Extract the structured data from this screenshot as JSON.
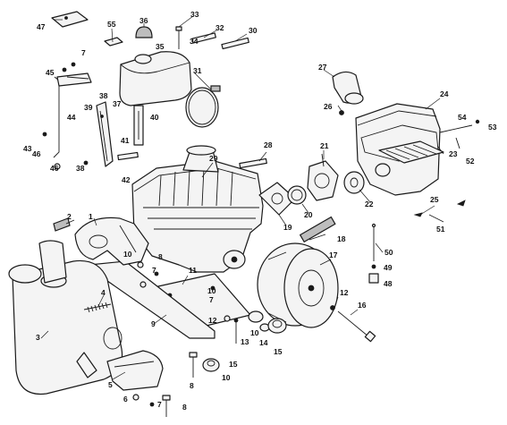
{
  "callouts": {
    "c1": "1",
    "c2": "2",
    "c3": "3",
    "c4": "4",
    "c5": "5",
    "c6": "6",
    "c7a": "7",
    "c7b": "7",
    "c7c": "7",
    "c7d": "7",
    "c8a": "8",
    "c8b": "8",
    "c9": "9",
    "c10a": "10",
    "c10b": "10",
    "c10c": "10",
    "c10d": "10",
    "c11": "11",
    "c12a": "12",
    "c12b": "12",
    "c13": "13",
    "c14": "14",
    "c15a": "15",
    "c15b": "15",
    "c16": "16",
    "c17": "17",
    "c18": "18",
    "c19": "19",
    "c20": "20",
    "c21": "21",
    "c22": "22",
    "c23": "23",
    "c24": "24",
    "c25": "25",
    "c26": "26",
    "c27": "27",
    "c28": "28",
    "c29": "29",
    "c30": "30",
    "c31": "31",
    "c32": "32",
    "c33": "33",
    "c34": "34",
    "c35": "35",
    "c36": "36",
    "c37": "37",
    "c38a": "38",
    "c38b": "38",
    "c39": "39",
    "c40": "40",
    "c41": "41",
    "c42": "42",
    "c43": "43",
    "c44": "44",
    "c45": "45",
    "c46a": "46",
    "c46b": "46",
    "c47": "47",
    "c48": "48",
    "c49": "49",
    "c50": "50",
    "c51": "51",
    "c52": "52",
    "c53": "53",
    "c54": "54",
    "c55": "55"
  }
}
